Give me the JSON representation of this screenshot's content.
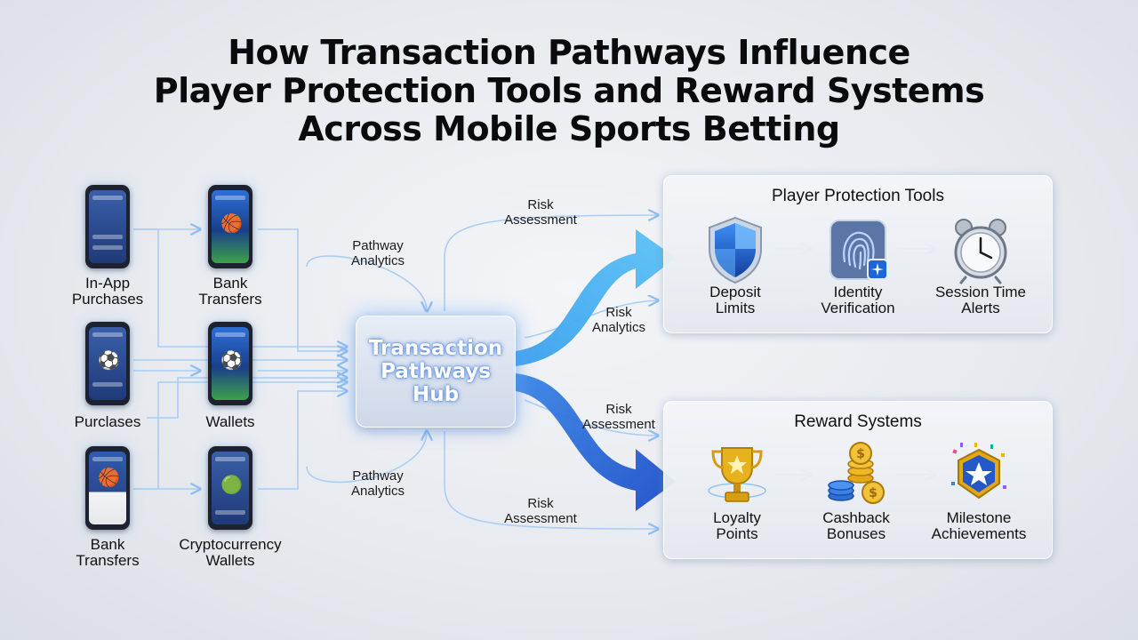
{
  "title": {
    "line1": "How Transaction Pathways Influence",
    "line2": "Player Protection Tools and Reward Systems",
    "line3": "Across Mobile Sports Betting"
  },
  "sources": [
    {
      "label_line1": "In-App",
      "label_line2": "Purchases"
    },
    {
      "label_line1": "Bank",
      "label_line2": "Transfers"
    },
    {
      "label_line1": "Purclases",
      "label_line2": ""
    },
    {
      "label_line1": "Wallets",
      "label_line2": ""
    },
    {
      "label_line1": "Bank",
      "label_line2": "Transfers"
    },
    {
      "label_line1": "Cryptocurrency",
      "label_line2": "Wallets"
    }
  ],
  "flow_labels": {
    "risk_top": [
      "Risk",
      "Assessment"
    ],
    "pathway_top": [
      "Pathway",
      "Analytics"
    ],
    "risk_analytics": [
      "Risk",
      "Analytics"
    ],
    "risk_mid": [
      "Risk",
      "Assessment"
    ],
    "pathway_bottom": [
      "Pathway",
      "Analytics"
    ],
    "risk_bottom": [
      "Risk",
      "Assessment"
    ]
  },
  "hub": {
    "line1": "Transaction",
    "line2": "Pathways",
    "line3": "Hub"
  },
  "protection": {
    "title": "Player Protection Tools",
    "tools": [
      {
        "line1": "Deposit",
        "line2": "Limits",
        "icon": "shield-icon"
      },
      {
        "line1": "Identity",
        "line2": "Verification",
        "icon": "fingerprint-icon"
      },
      {
        "line1": "Session Time",
        "line2": "Alerts",
        "icon": "alarm-clock-icon"
      }
    ]
  },
  "rewards": {
    "title": "Reward Systems",
    "tools": [
      {
        "line1": "Loyalty",
        "line2": "Points",
        "icon": "trophy-icon"
      },
      {
        "line1": "Cashback",
        "line2": "Bonuses",
        "icon": "coins-icon"
      },
      {
        "line1": "Milestone",
        "line2": "Achievements",
        "icon": "star-badge-icon"
      }
    ]
  },
  "colors": {
    "flow_line": "#9fc6f3",
    "arrow_top": "#4fb3f0",
    "arrow_bottom": "#2563d6",
    "shield": "#1e63d6",
    "gold": "#e3a817"
  }
}
